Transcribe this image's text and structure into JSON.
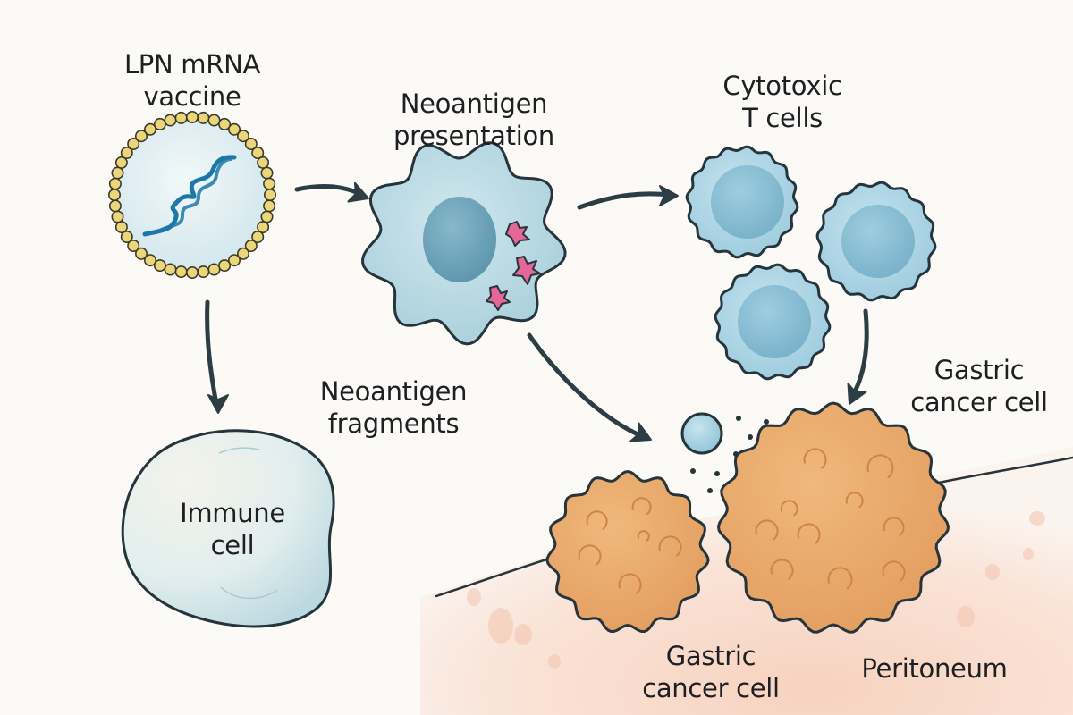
{
  "title": "LPN mRNA vaccine neoantigen immunotherapy against gastric cancer peritoneal metastasis",
  "labels": {
    "vaccine": [
      "LPN mRNA",
      "vaccine"
    ],
    "presentation": [
      "Neoantigen",
      "presentation"
    ],
    "tcells": [
      "Cytotoxic",
      "T cells"
    ],
    "immune_cell": [
      "Immune",
      "cell"
    ],
    "fragments": [
      "Neoantigen",
      "fragments"
    ],
    "gastric_right": [
      "Gastric",
      "cancer cell"
    ],
    "gastric_bottom": [
      "Gastric",
      "cancer cell"
    ],
    "peritoneum": [
      "Peritoneum"
    ]
  },
  "flow": [
    {
      "from": "LPN mRNA vaccine",
      "to": "Neoantigen presentation"
    },
    {
      "from": "Neoantigen presentation",
      "to": "Cytotoxic T cells"
    },
    {
      "from": "LPN mRNA vaccine",
      "to": "Immune cell"
    },
    {
      "from": "Neoantigen presentation",
      "to": "Gastric cancer cell"
    },
    {
      "from": "Cytotoxic T cells",
      "to": "Gastric cancer cell"
    }
  ],
  "colors": {
    "outline": "#26343b",
    "vaccine_fill": "#e3f0f3",
    "lipid_bead": "#ecd67a",
    "mrna": "#1d78a8",
    "apc_fill": "#bcdde6",
    "apc_nucleus": "#6fa6bc",
    "antigen": "#e5679a",
    "tcell_fill": "#b4d9e8",
    "tcell_nucleus": "#8cc1d6",
    "immune_fill": "#e2eeee",
    "cancer_fill": "#ebaa6c",
    "cancer_spot": "#d98f4e",
    "peritoneum": "#f8dccd",
    "arrow": "#2c3d44"
  }
}
